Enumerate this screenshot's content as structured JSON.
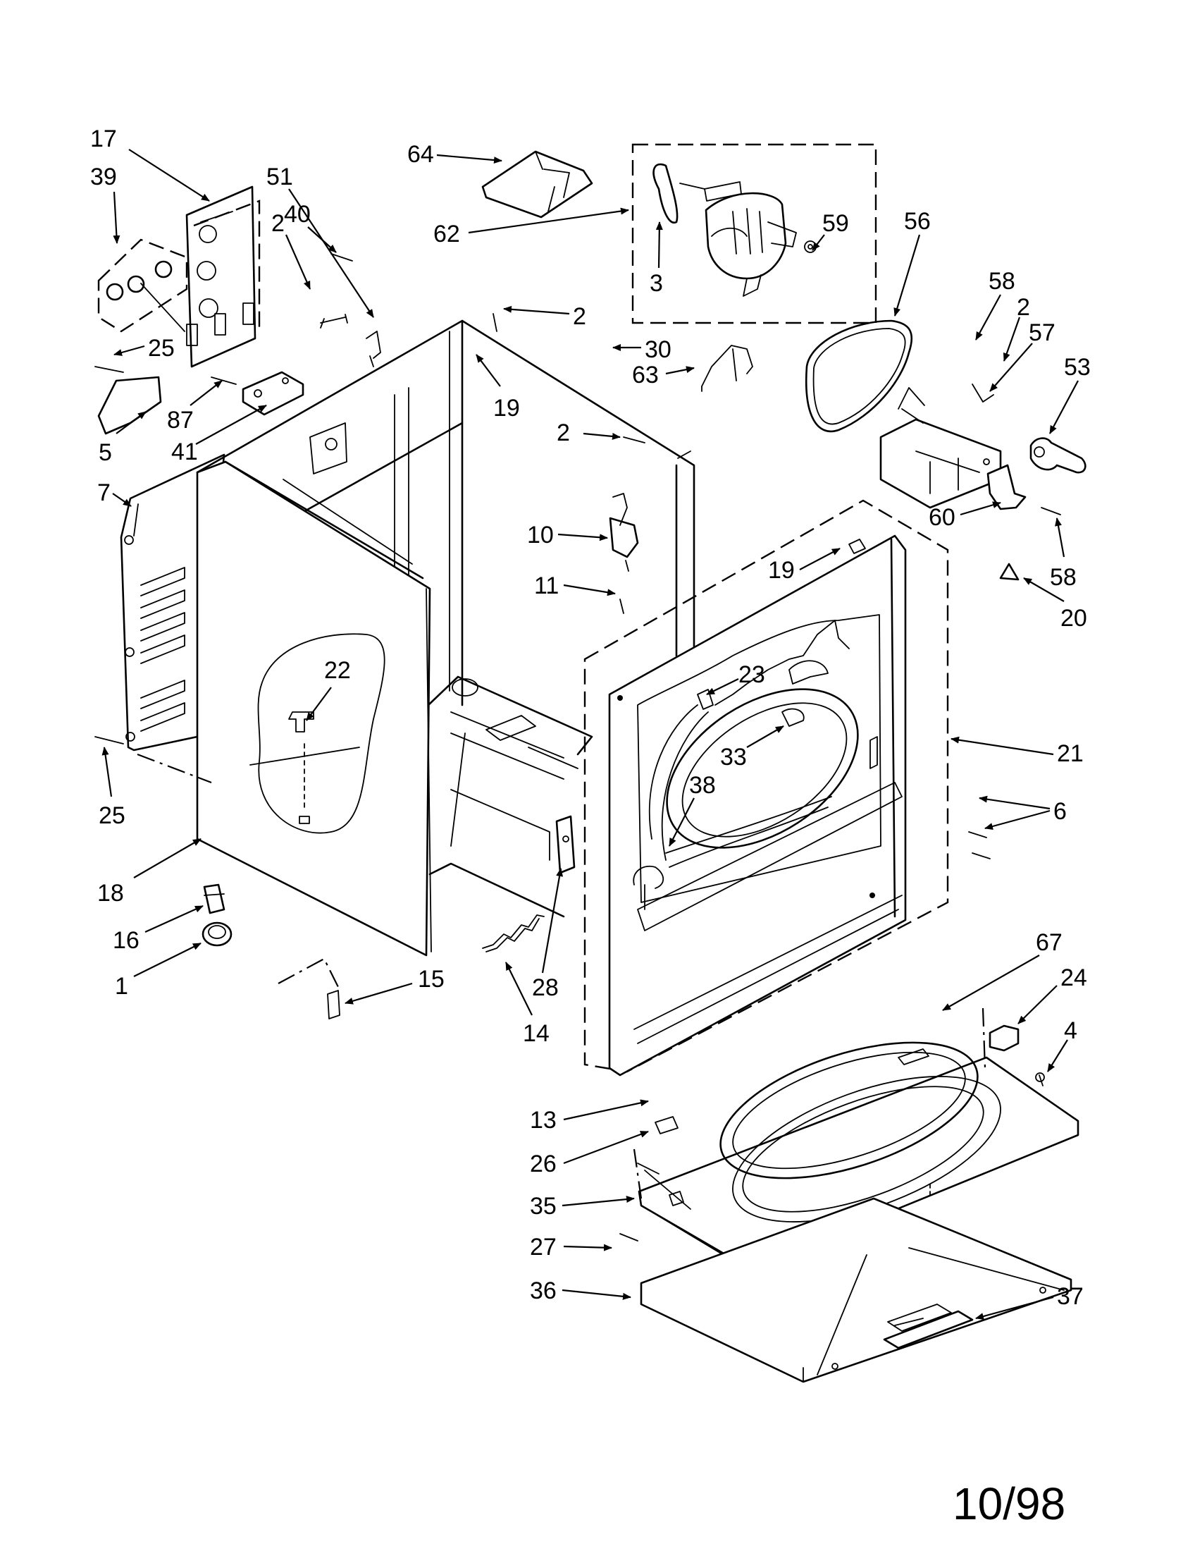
{
  "labels": {
    "l1": "1",
    "l2a": "2",
    "l2b": "2",
    "l2c": "2",
    "l2d": "2",
    "l3": "3",
    "l4": "4",
    "l5": "5",
    "l6": "6",
    "l7": "7",
    "l10": "10",
    "l11": "11",
    "l13": "13",
    "l14": "14",
    "l15": "15",
    "l16": "16",
    "l17": "17",
    "l18": "18",
    "l19a": "19",
    "l19b": "19",
    "l20": "20",
    "l21": "21",
    "l22": "22",
    "l23": "23",
    "l24": "24",
    "l25a": "25",
    "l25b": "25",
    "l26": "26",
    "l27": "27",
    "l28": "28",
    "l30": "30",
    "l33": "33",
    "l35": "35",
    "l36": "36",
    "l37": "37",
    "l38": "38",
    "l39": "39",
    "l40": "40",
    "l41": "41",
    "l51": "51",
    "l53": "53",
    "l56": "56",
    "l57": "57",
    "l58a": "58",
    "l58b": "58",
    "l59": "59",
    "l60": "60",
    "l62": "62",
    "l63": "63",
    "l64": "64",
    "l67": "67",
    "l87": "87"
  },
  "date_code": "10/98"
}
